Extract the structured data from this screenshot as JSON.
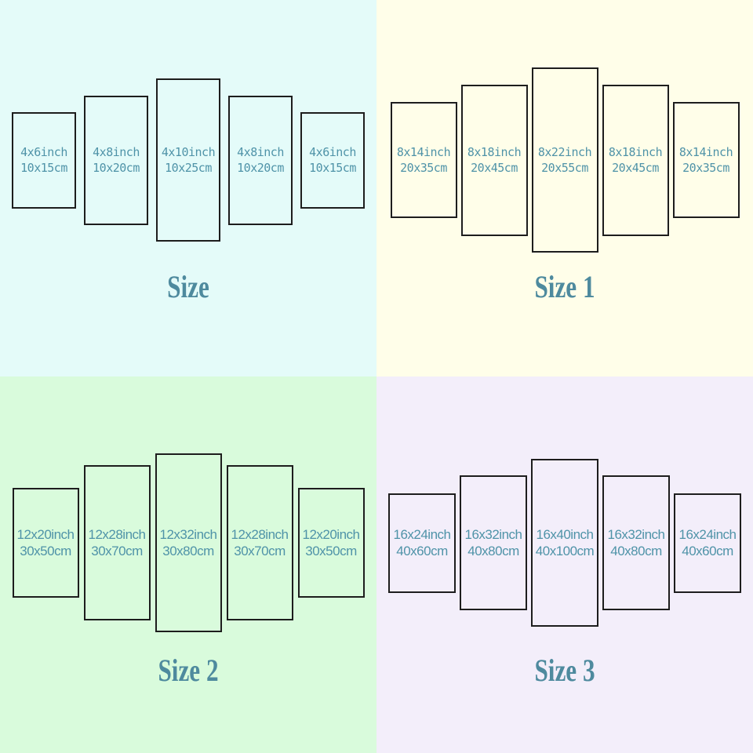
{
  "colors": {
    "label_text": "#4f93a8",
    "title_text": "#4e8a9e",
    "panel_border": "#1d1d1d"
  },
  "quadrants": [
    {
      "title": "Size",
      "background": "#e4fbf9",
      "panels": [
        {
          "inch": "4x6inch",
          "cm": "10x15cm"
        },
        {
          "inch": "4x8inch",
          "cm": "10x20cm"
        },
        {
          "inch": "4x10inch",
          "cm": "10x25cm"
        },
        {
          "inch": "4x8inch",
          "cm": "10x20cm"
        },
        {
          "inch": "4x6inch",
          "cm": "10x15cm"
        }
      ]
    },
    {
      "title": "Size 1",
      "background": "#fffee9",
      "panels": [
        {
          "inch": "8x14inch",
          "cm": "20x35cm"
        },
        {
          "inch": "8x18inch",
          "cm": "20x45cm"
        },
        {
          "inch": "8x22inch",
          "cm": "20x55cm"
        },
        {
          "inch": "8x18inch",
          "cm": "20x45cm"
        },
        {
          "inch": "8x14inch",
          "cm": "20x35cm"
        }
      ]
    },
    {
      "title": "Size 2",
      "background": "#d9fbdc",
      "panels": [
        {
          "inch": "12x20inch",
          "cm": "30x50cm"
        },
        {
          "inch": "12x28inch",
          "cm": "30x70cm"
        },
        {
          "inch": "12x32inch",
          "cm": "30x80cm"
        },
        {
          "inch": "12x28inch",
          "cm": "30x70cm"
        },
        {
          "inch": "12x20inch",
          "cm": "30x50cm"
        }
      ]
    },
    {
      "title": "Size 3",
      "background": "#f3eefa",
      "panels": [
        {
          "inch": "16x24inch",
          "cm": "40x60cm"
        },
        {
          "inch": "16x32inch",
          "cm": "40x80cm"
        },
        {
          "inch": "16x40inch",
          "cm": "40x100cm"
        },
        {
          "inch": "16x32inch",
          "cm": "40x80cm"
        },
        {
          "inch": "16x24inch",
          "cm": "40x60cm"
        }
      ]
    }
  ]
}
